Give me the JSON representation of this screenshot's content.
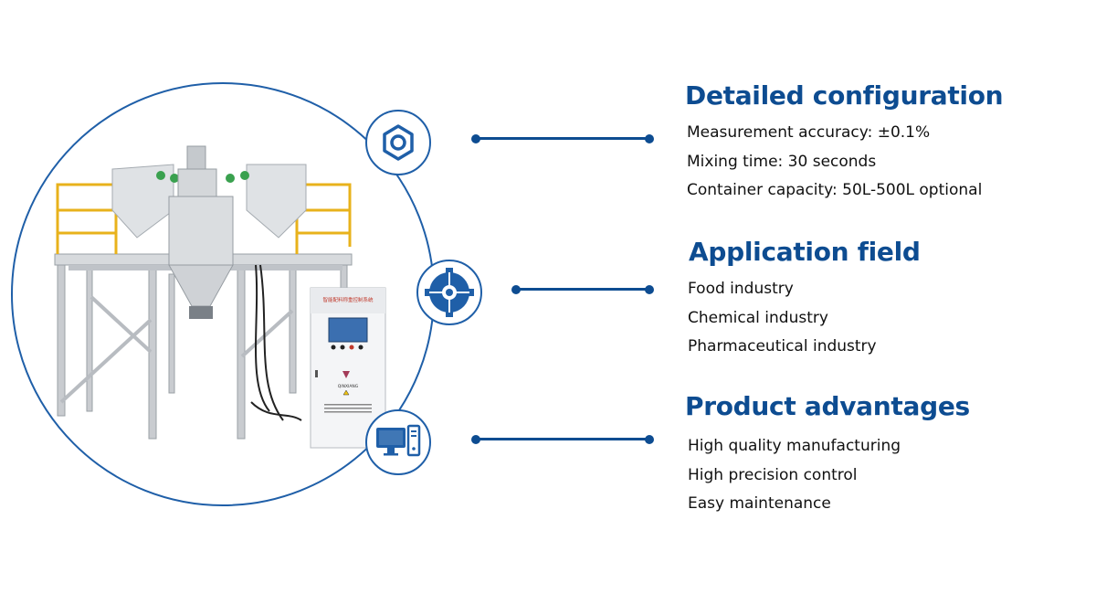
{
  "icons": {
    "badge_1": "hex-nut-icon",
    "badge_2": "gear-cluster-icon",
    "badge_3": "desktop-computer-icon"
  },
  "colors": {
    "accent": "#0d4c91",
    "circle_outline": "#1f5fa8",
    "text": "#111111"
  },
  "product": {
    "panel_title": "智能配料称重控制系统",
    "panel_brand": "QINXIANG"
  },
  "sections": [
    {
      "title": "Detailed configuration",
      "items": [
        "Measurement accuracy: ±0.1%",
        "Mixing time: 30 seconds",
        "Container capacity: 50L-500L optional"
      ]
    },
    {
      "title": "Application field",
      "items": [
        "Food industry",
        "Chemical industry",
        "Pharmaceutical industry"
      ]
    },
    {
      "title": "Product advantages",
      "items": [
        "High quality manufacturing",
        "High precision control",
        "Easy maintenance"
      ]
    }
  ]
}
